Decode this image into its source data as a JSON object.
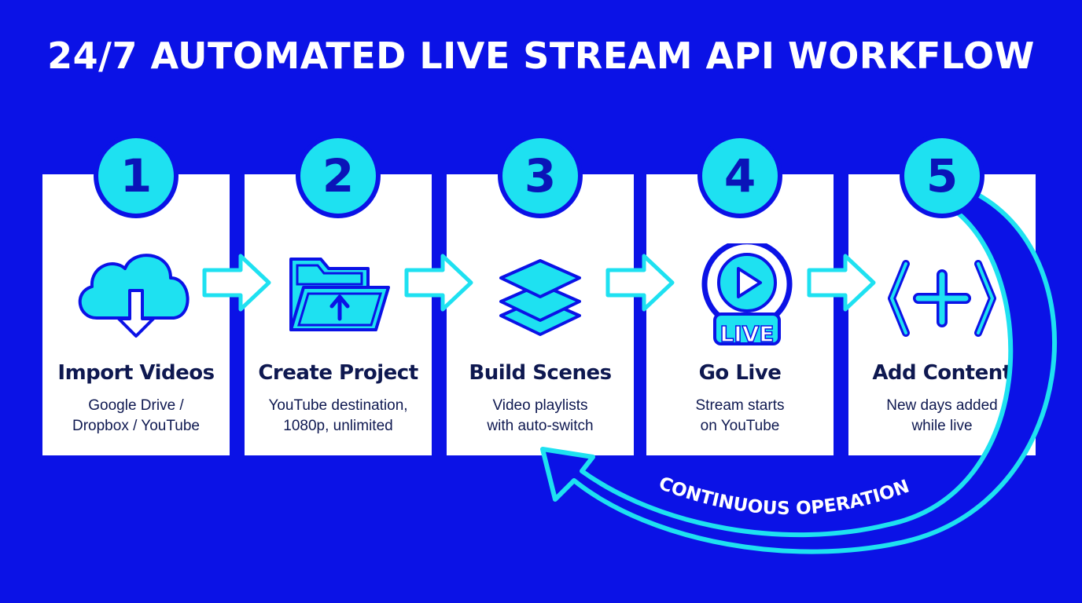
{
  "title": "24/7 AUTOMATED LIVE STREAM API WORKFLOW",
  "colors": {
    "background": "#0b12e6",
    "accent": "#1ee1f1",
    "card": "#ffffff",
    "text_dark": "#0e1850"
  },
  "steps": [
    {
      "number": "1",
      "title": "Import Videos",
      "desc": [
        "Google Drive /",
        "Dropbox / YouTube"
      ],
      "icon": "cloud-download-icon"
    },
    {
      "number": "2",
      "title": "Create Project",
      "desc": [
        "YouTube destination,",
        "1080p, unlimited"
      ],
      "icon": "folder-upload-icon"
    },
    {
      "number": "3",
      "title": "Build Scenes",
      "desc": [
        "Video playlists",
        "with auto-switch"
      ],
      "icon": "layers-icon"
    },
    {
      "number": "4",
      "title": "Go Live",
      "desc": [
        "Stream starts",
        "on YouTube"
      ],
      "icon": "play-live-icon"
    },
    {
      "number": "5",
      "title": "Add Content",
      "desc": [
        "New days added",
        "while live"
      ],
      "icon": "add-content-icon"
    }
  ],
  "live_badge": "LIVE",
  "loop_label": "CONTINUOUS OPERATION"
}
